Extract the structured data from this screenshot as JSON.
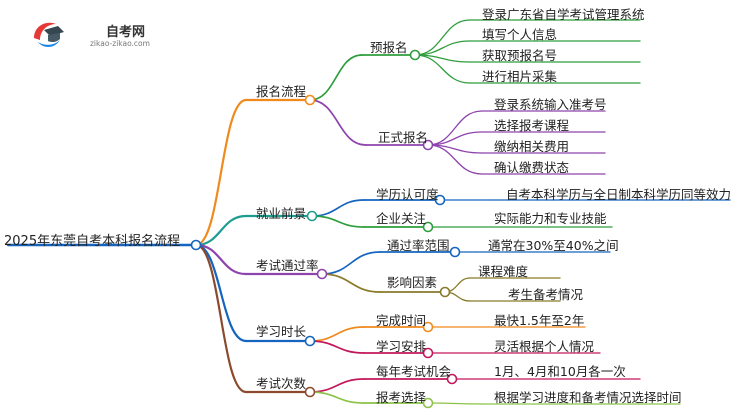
{
  "logo": {
    "name": "自考网",
    "url": "zikao-zikao.com"
  },
  "root": "2025年东莞自考本科报名流程",
  "branches": [
    {
      "label": "报名流程",
      "color": "#F08A1C",
      "children": [
        {
          "label": "预报名",
          "color": "#2E9E3C",
          "leaves": [
            "登录广东省自学考试管理系统",
            "填写个人信息",
            "获取预报名号",
            "进行相片采集"
          ]
        },
        {
          "label": "正式报名",
          "color": "#8E44AD",
          "leaves": [
            "登录系统输入准考号",
            "选择报考课程",
            "缴纳相关费用",
            "确认缴费状态"
          ]
        }
      ]
    },
    {
      "label": "就业前景",
      "color": "#1E9E8F",
      "children": [
        {
          "label": "学历认可度",
          "color": "#1565C0",
          "leaves": [
            "自考本科学历与全日制本科学历同等效力"
          ]
        },
        {
          "label": "企业关注",
          "color": "#2E9E3C",
          "leaves": [
            "实际能力和专业技能"
          ]
        }
      ]
    },
    {
      "label": "考试通过率",
      "color": "#8E44AD",
      "children": [
        {
          "label": "通过率范围",
          "color": "#1565C0",
          "leaves": [
            "通常在30%至40%之间"
          ]
        },
        {
          "label": "影响因素",
          "color": "#8A7A2A",
          "leaves": [
            "课程难度",
            "考生备考情况"
          ]
        }
      ]
    },
    {
      "label": "学习时长",
      "color": "#1565C0",
      "children": [
        {
          "label": "完成时间",
          "color": "#F08A1C",
          "leaves": [
            "最快1.5年至2年"
          ]
        },
        {
          "label": "学习安排",
          "color": "#C2185B",
          "leaves": [
            "灵活根据个人情况"
          ]
        }
      ]
    },
    {
      "label": "考试次数",
      "color": "#8B4A2E",
      "children": [
        {
          "label": "每年考试机会",
          "color": "#C2185B",
          "leaves": [
            "1月、4月和10月各一次"
          ]
        },
        {
          "label": "报考选择",
          "color": "#8BC34A",
          "leaves": [
            "根据学习进度和备考情况选择时间"
          ]
        }
      ]
    }
  ]
}
